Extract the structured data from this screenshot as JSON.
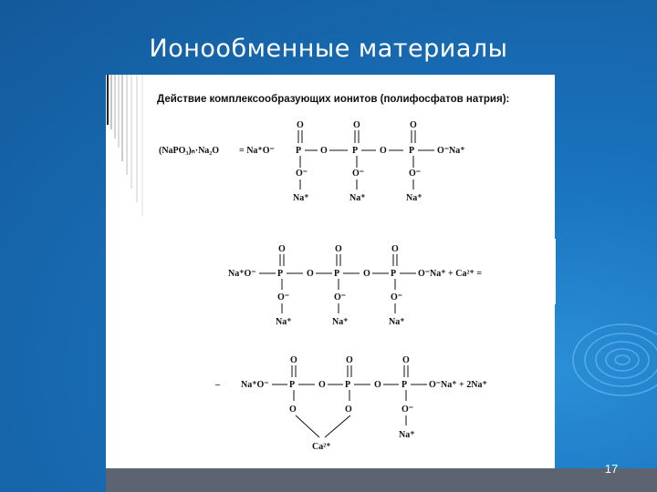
{
  "slide": {
    "title": "Ионообменные материалы",
    "subtitle": "Действие комплексообразующих ионитов (полифосфатов натрия):",
    "page_number": "17"
  },
  "formula1": {
    "left": "(NaPO₃)ₙ·Na₂O",
    "eq": "= Na⁺O⁻",
    "O": "O",
    "P": "P",
    "Om": "O⁻",
    "Na": "Na⁺",
    "ONa": "O⁻Na⁺"
  },
  "formula2": {
    "left": "Na⁺O⁻",
    "right": "O⁻Na⁺ + Ca²⁺ ="
  },
  "formula3": {
    "dash": "–",
    "left": "Na⁺O⁻",
    "right": "O⁻Na⁺ + 2Na⁺",
    "ca": "Ca²⁺"
  },
  "colors": {
    "background": "#1a74bf",
    "bar": "#5b6470"
  }
}
